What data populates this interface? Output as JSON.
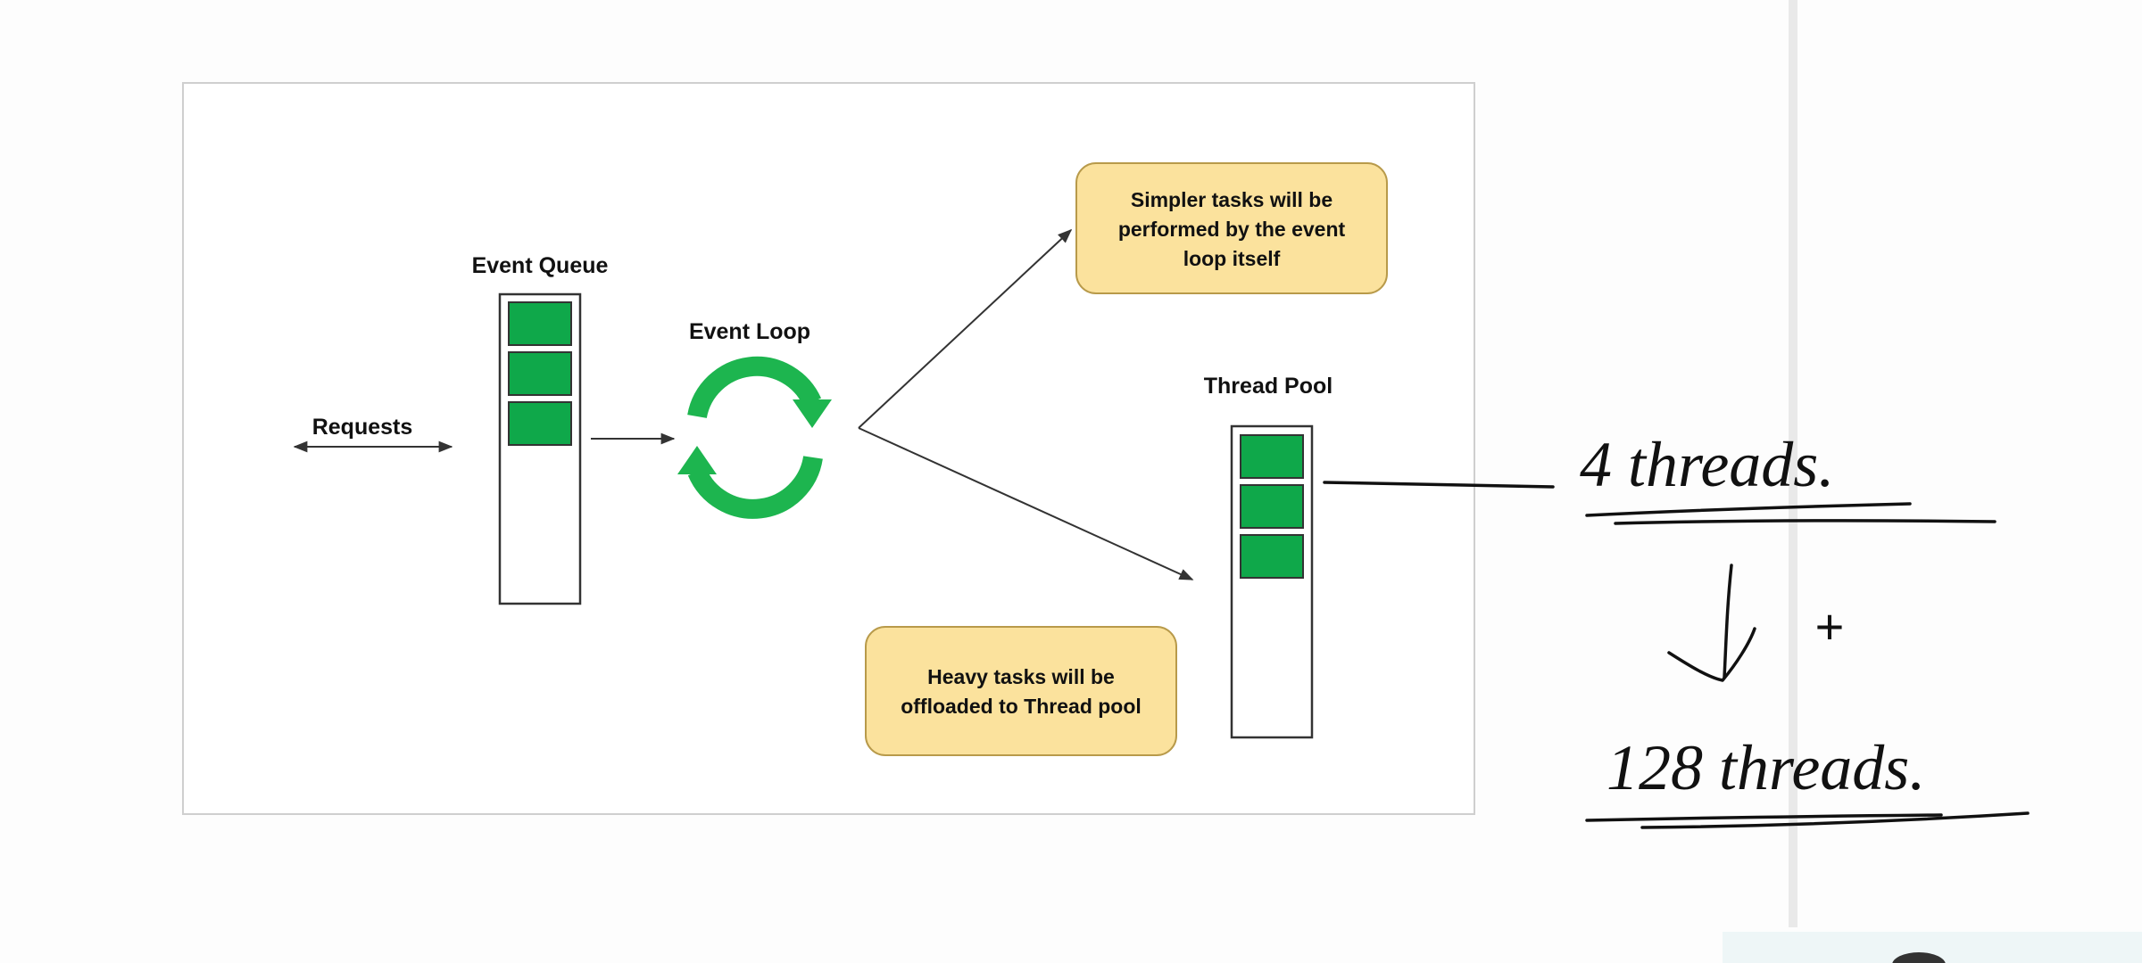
{
  "diagram": {
    "requests_label": "Requests",
    "event_queue_label": "Event Queue",
    "event_loop_label": "Event Loop",
    "thread_pool_label": "Thread Pool",
    "simple_tasks_callout": [
      "Simpler tasks will be",
      "performed by the event",
      "loop itself"
    ],
    "heavy_tasks_callout": [
      "Heavy tasks will be",
      "offloaded to Thread pool"
    ],
    "event_queue_filled_slots": 3,
    "thread_pool_filled_slots": 3
  },
  "annotations": {
    "threads_before": "4 threads.",
    "plus_sign": "+",
    "threads_after": "128 threads."
  },
  "colors": {
    "slot_green": "#0fa84a",
    "loop_green": "#1db54f",
    "callout_fill": "#fbe29d",
    "callout_border": "#b89a4a"
  }
}
